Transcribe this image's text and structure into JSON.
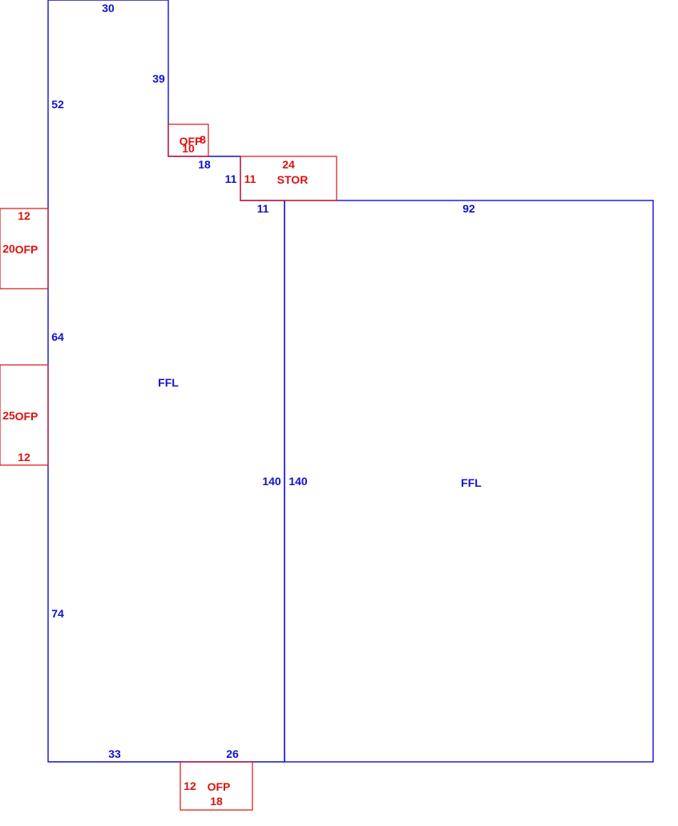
{
  "colors": {
    "main": "#1111cc",
    "addon": "#dd1111",
    "background": "#ffffff"
  },
  "labels": {
    "main_left_top": "30",
    "main_left_step": "39",
    "main_left_side_upper": "52",
    "main_left_side_mid": "64",
    "main_left_side_lower": "74",
    "main_left_ledge": "18",
    "main_left_notch": "11",
    "main_left_notch_top": "11",
    "main_left_inner": "140",
    "main_left_bottom_a": "33",
    "main_left_bottom_b": "26",
    "main_left_area": "FFL",
    "main_right_top": "92",
    "main_right_inner": "140",
    "main_right_area": "FFL",
    "ofp_top_name": "OFP",
    "ofp_top_w": "10",
    "ofp_top_h": "8",
    "stor_name": "STOR",
    "stor_w": "24",
    "stor_h": "11",
    "ofp_left1_name": "OFP",
    "ofp_left1_w": "12",
    "ofp_left1_h": "20",
    "ofp_left2_name": "OFP",
    "ofp_left2_w": "12",
    "ofp_left2_h": "25",
    "ofp_bottom_name": "OFP",
    "ofp_bottom_w": "18",
    "ofp_bottom_h": "12"
  }
}
